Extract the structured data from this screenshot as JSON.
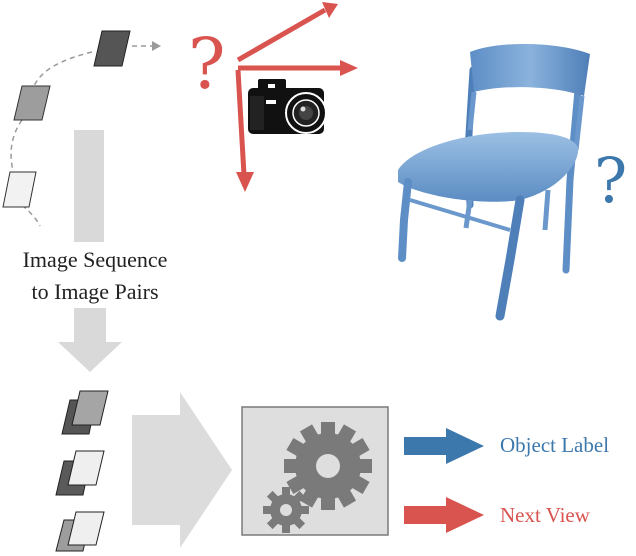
{
  "sequence_label": {
    "line1": "Image Sequence",
    "line2": "to Image Pairs"
  },
  "outputs": {
    "object_label": "Object Label",
    "next_view": "Next View"
  },
  "question_marks": {
    "camera": "?",
    "object": "?"
  },
  "icons": {
    "camera": "camera-icon",
    "chair": "chair-icon",
    "gears": "gears-icon"
  },
  "colors": {
    "red": "#d9534f",
    "blue": "#3d78ad",
    "gray_arrow": "#d8d8d8",
    "chair": "#6f9ccf"
  }
}
